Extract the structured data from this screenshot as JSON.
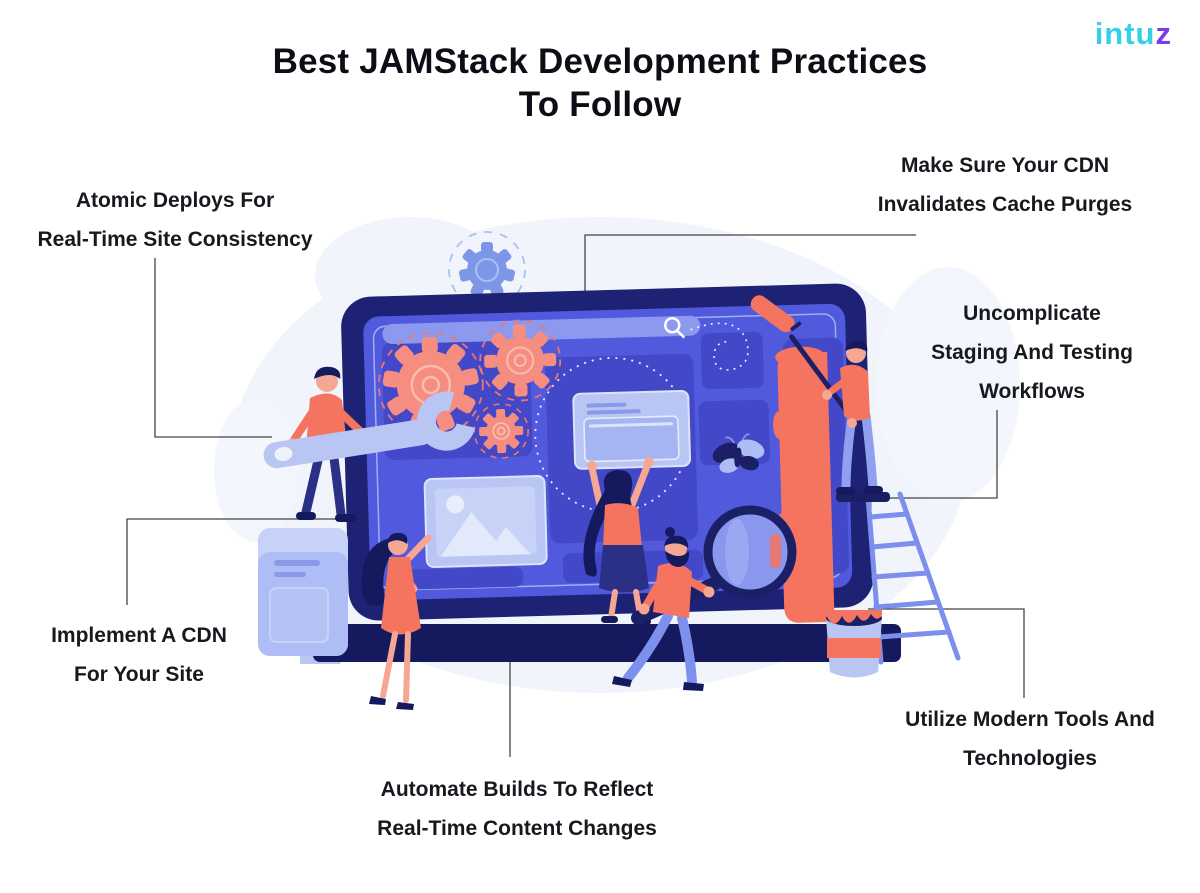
{
  "title": {
    "line1": "Best JAMStack Development Practices",
    "line2": "To Follow"
  },
  "logo": {
    "text_main": "Intu",
    "text_accent": "z"
  },
  "callouts": {
    "atomic": {
      "line1": "Atomic Deploys For",
      "line2": "Real-Time Site Consistency"
    },
    "cache": {
      "line1": "Make Sure Your CDN",
      "line2": "Invalidates Cache Purges"
    },
    "staging": {
      "line1": "Uncomplicate",
      "line2": "Staging And Testing",
      "line3": "Workflows"
    },
    "implement": {
      "line1": "Implement A CDN",
      "line2": "For Your Site"
    },
    "tools": {
      "line1": "Utilize Modern Tools And",
      "line2": "Technologies"
    },
    "automate": {
      "line1": "Automate Builds To Reflect",
      "line2": "Real-Time Content Changes"
    }
  },
  "colors": {
    "coral": "#F4745F",
    "salmon_gear": "#F58D80",
    "navy": "#1B2066",
    "laptop_frame": "#1D2274",
    "screen_blue": "#5159DD",
    "tile_blue": "#4348C8",
    "periwinkle": "#AEBDF5",
    "light_card": "#C6D2F8",
    "jeans_blue": "#7E90EE",
    "logo_cyan": "#35CFE8",
    "logo_purple": "#7A3BEE",
    "label_text": "#18181F",
    "connector": "#444444"
  }
}
